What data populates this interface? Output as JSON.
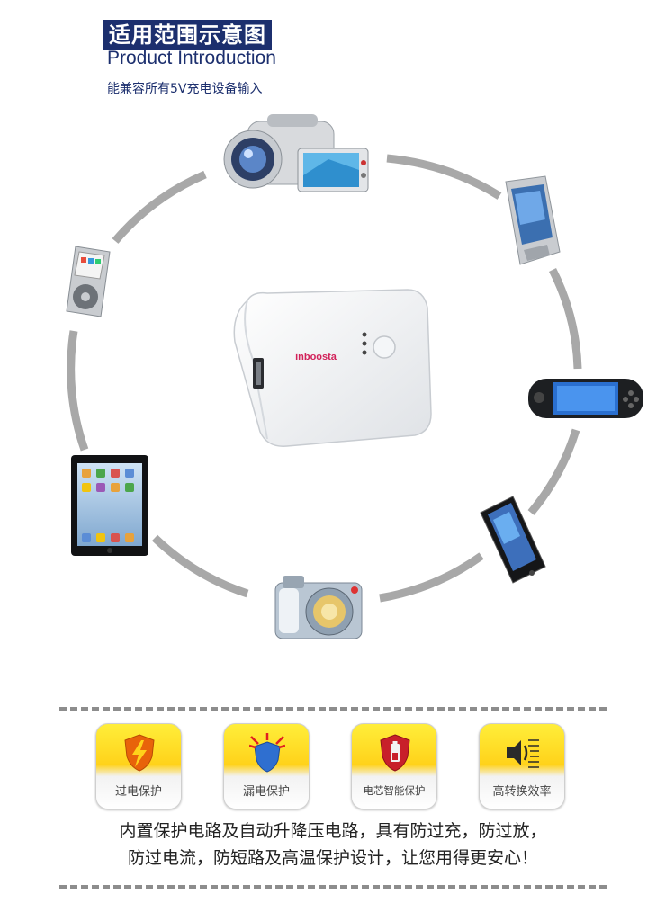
{
  "header": {
    "title_cn": "适用范围示意图",
    "title_en": "Product Introduction",
    "subtitle": "能兼容所有5V充电设备输入"
  },
  "product": {
    "brand": "inboosta"
  },
  "devices": [
    "video-camera",
    "smartphone",
    "psp",
    "iphone",
    "digital-camera",
    "ipad",
    "ipod-nano"
  ],
  "features": [
    {
      "label": "过电保护",
      "icon": "shield-lightning-icon"
    },
    {
      "label": "漏电保护",
      "icon": "shield-sparks-icon"
    },
    {
      "label": "电芯智能保护",
      "icon": "shield-battery-icon"
    },
    {
      "label": "高转换效率",
      "icon": "speaker-arrows-icon"
    }
  ],
  "description": {
    "line1": "内置保护电路及自动升降压电路，具有防过充，防过放，",
    "line2": "防过电流，防短路及高温保护设计，让您用得更安心！"
  },
  "colors": {
    "title_bg": "#1c2f6e",
    "ring": "#a8a8a8",
    "feature_yellow": "#ffd21a",
    "brand_pink": "#d2225a"
  }
}
